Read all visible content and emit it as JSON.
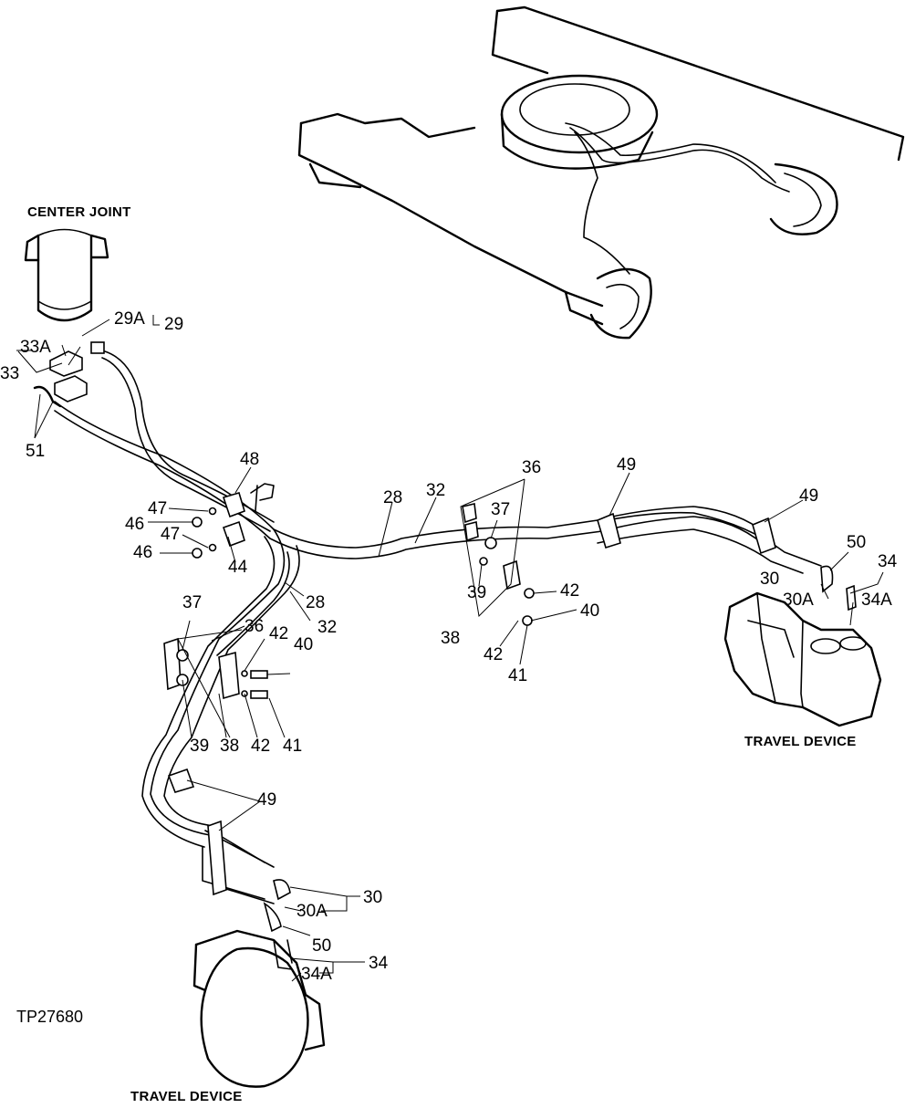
{
  "headings": {
    "center_joint": "CENTER JOINT",
    "travel_device_right": "TRAVEL DEVICE",
    "travel_device_bottom": "TRAVEL DEVICE"
  },
  "figure_id": "TP27680",
  "callouts": {
    "c29a": "29A",
    "c29": "29",
    "c33a": "33A",
    "c33": "33",
    "c51": "51",
    "c48": "48",
    "c47a": "47",
    "c46a": "46",
    "c47b": "47",
    "c46b": "46",
    "c44": "44",
    "c28a": "28",
    "c32a": "32",
    "c28b": "28",
    "c32b": "32",
    "c37a": "37",
    "c36a": "36",
    "c42a": "42",
    "c40a": "40",
    "c39a": "39",
    "c38a": "38",
    "c42b": "42",
    "c41a": "41",
    "c36b": "36",
    "c37b": "37",
    "c39b": "39",
    "c38b": "38",
    "c42c": "42",
    "c40b": "40",
    "c42d": "42",
    "c41b": "41",
    "c49a": "49",
    "c49b": "49",
    "c50a": "50",
    "c34a": "34",
    "c30a": "30",
    "c30aa": "30A",
    "c34aa": "34A",
    "c49c": "49",
    "c30b": "30",
    "c30ab": "30A",
    "c50b": "50",
    "c34b": "34",
    "c34ab": "34A"
  }
}
